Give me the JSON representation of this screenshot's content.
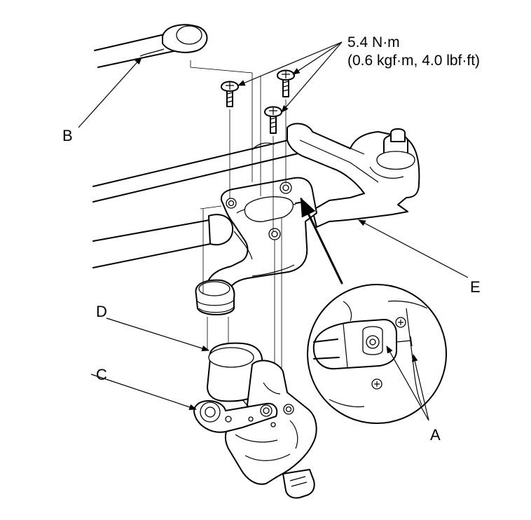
{
  "torque_spec": {
    "line1": "5.4 N·m",
    "line2": "(0.6 kgf·m, 4.0 lbf·ft)"
  },
  "labels": {
    "a": "A",
    "b": "B",
    "c": "C",
    "d": "D",
    "e": "E"
  }
}
